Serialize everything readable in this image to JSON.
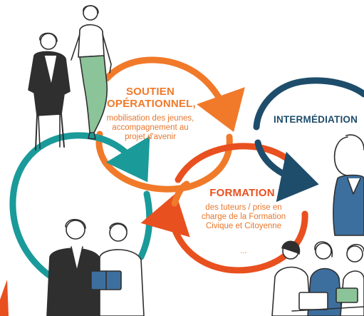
{
  "colors": {
    "orange": "#f07a2a",
    "red_orange": "#e8501f",
    "teal": "#1b9a9a",
    "navy": "#1e4d6b",
    "figure_green": "#8cc49a",
    "figure_line": "#2f2f2f",
    "figure_blue": "#3d6f9e"
  },
  "icons": [
    "people-walking-illustration",
    "colleagues-reading-illustration",
    "woman-portrait-illustration",
    "group-meeting-illustration"
  ],
  "soutien": {
    "title_line1": "SOUTIEN",
    "title_line2": "OPÉRATIONNEL,",
    "sub_line1": "mobilisation des jeunes,",
    "sub_line2": "accompagnement au",
    "sub_line3": "projet d'avenir"
  },
  "intermediation": {
    "title": "INTERMÉDIATION"
  },
  "formation": {
    "title": "FORMATION",
    "sub_line1": "des tuteurs / prise en",
    "sub_line2": "charge de la Formation",
    "sub_line3": "Civique et Citoyenne",
    "ellipsis": "..."
  }
}
